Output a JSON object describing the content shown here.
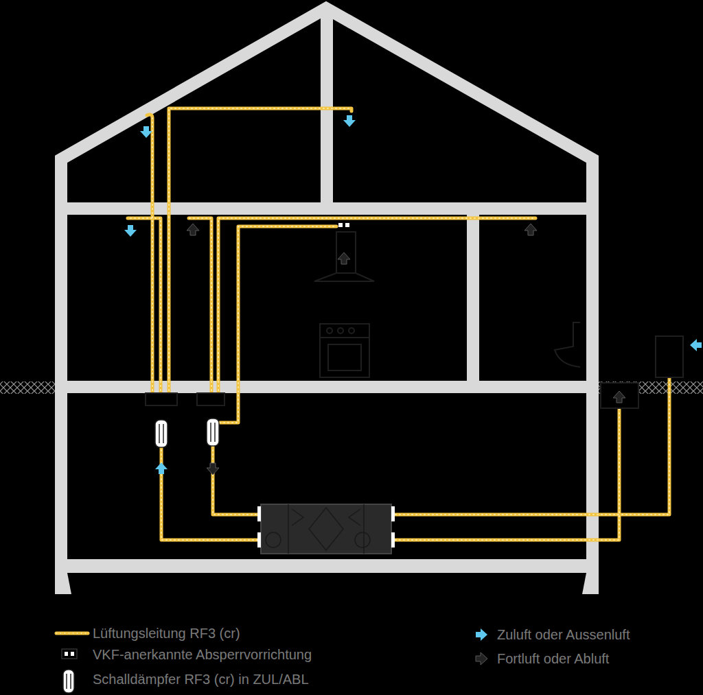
{
  "diagram": {
    "legend": [
      {
        "text": "Lüftungsleitung RF3 (cr)"
      },
      {
        "text": "VKF-anerkannte Absperrvorrichtung"
      },
      {
        "text": "Schalldämpfer RF3 (cr) in ZUL/ABL"
      },
      {
        "text": "Zuluft oder Aussenluft"
      },
      {
        "text": "Fortluft oder Abluft"
      }
    ]
  }
}
